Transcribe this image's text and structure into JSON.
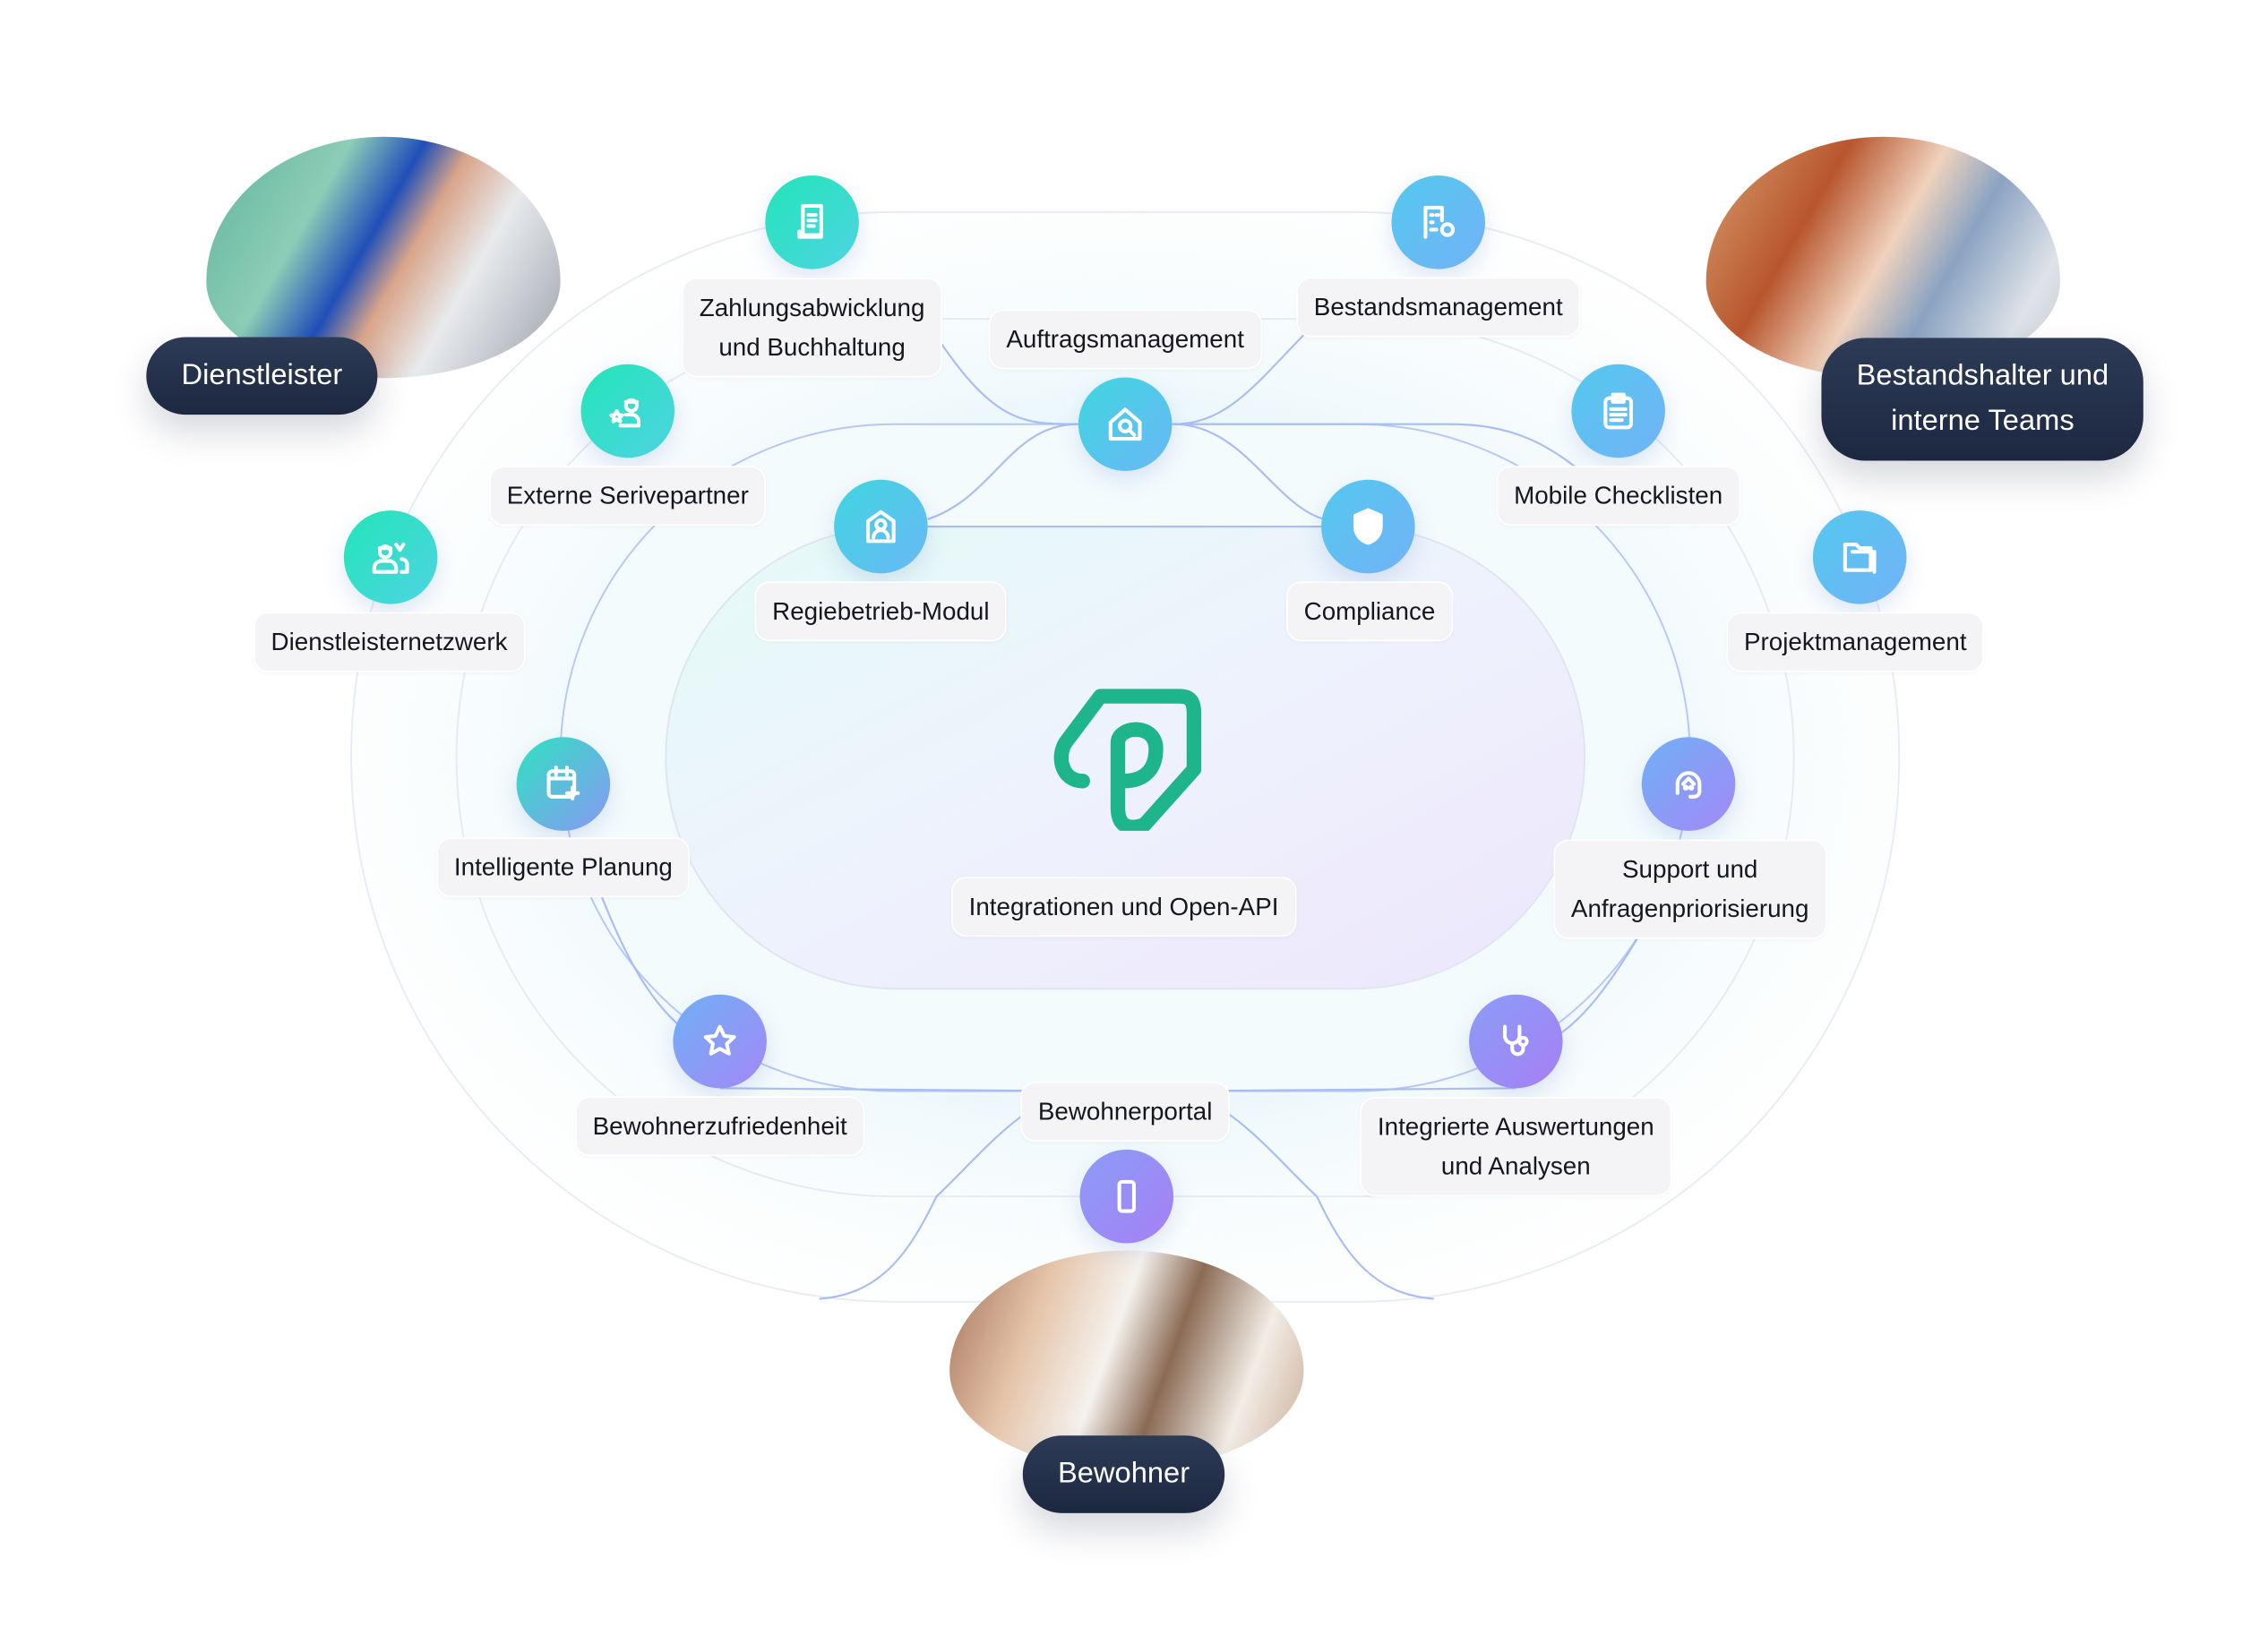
{
  "center": {
    "label": "Integrationen und Open-API",
    "logo_color": "#1fb58a"
  },
  "audiences": {
    "dienstleister": "Dienstleister",
    "bestandshalter_line1": "Bestandshalter und",
    "bestandshalter_line2": "interne Teams",
    "bewohner": "Bewohner"
  },
  "modules": {
    "zahlung_line1": "Zahlungsabwicklung",
    "zahlung_line2": "und Buchhaltung",
    "bestand": "Bestandsmanagement",
    "auftrag": "Auftragsmanagement",
    "extern": "Externe Serivepartner",
    "mobile": "Mobile Checklisten",
    "netzwerk": "Dienstleisternetzwerk",
    "projekt": "Projektmanagement",
    "regie": "Regiebetrieb-Modul",
    "compliance": "Compliance",
    "planung": "Intelligente Planung",
    "support_line1": "Support und",
    "support_line2": "Anfragenpriorisierung",
    "zufriedenheit": "Bewohnerzufriedenheit",
    "auswertung_line1": "Integrierte Auswertungen",
    "auswertung_line2": "und Analysen",
    "portal": "Bewohnerportal"
  },
  "colors": {
    "pill": "#1f2a44",
    "teal": "#22e6b8",
    "blue": "#6ab8f6",
    "purple": "#a680f5"
  }
}
